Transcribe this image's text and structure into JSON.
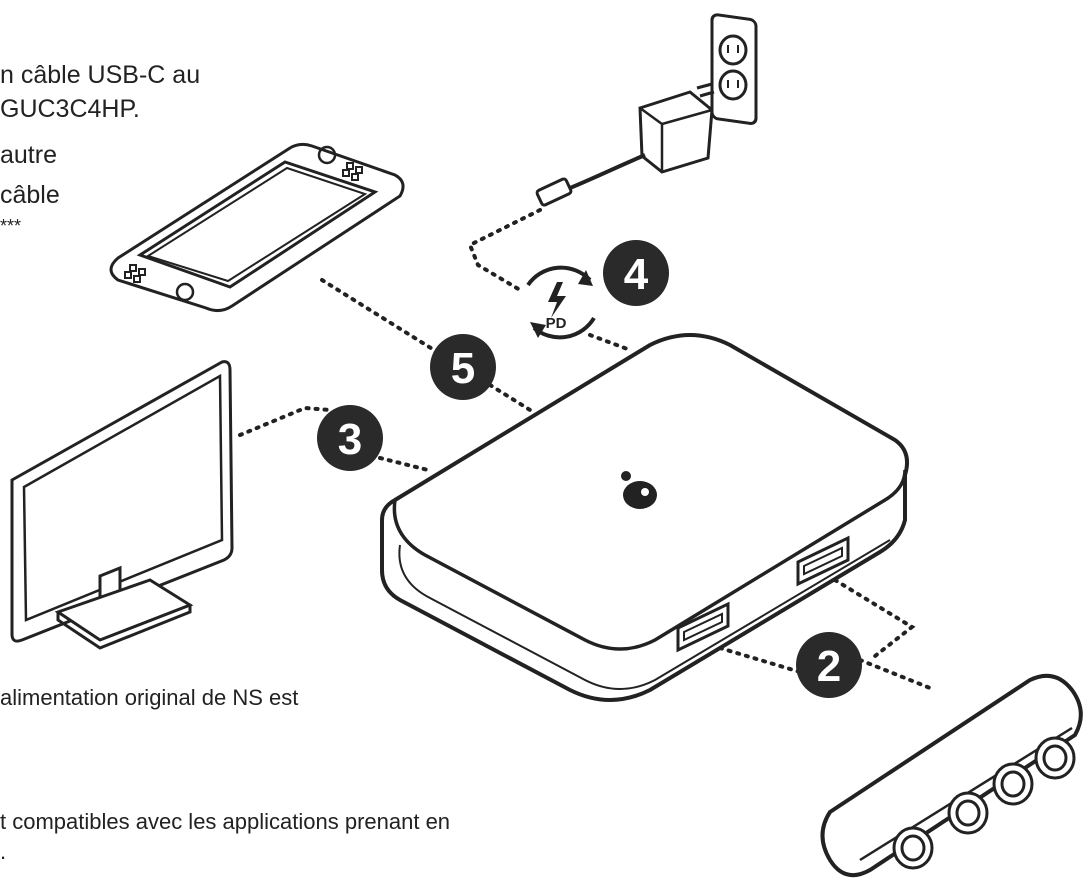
{
  "top_text": {
    "line1": "n câble USB-C au",
    "line2": "GUC3C4HP.",
    "line3": "autre",
    "line4": "câble",
    "line5": "***"
  },
  "bottom_text": {
    "line1": "alimentation original de NS est",
    "line2": "t compatibles avec les applications prenant en",
    "line3": "."
  },
  "steps": {
    "s2": "2",
    "s3": "3",
    "s4": "4",
    "s5": "5"
  },
  "pd_badge": "PD",
  "icons": [
    "wall-outlet-icon",
    "power-adapter-icon",
    "handheld-console-icon",
    "monitor-icon",
    "hub-icon",
    "controller-adapter-icon",
    "power-delivery-icon",
    "brand-logo-icon"
  ],
  "colors": {
    "ink": "#1a1a1a",
    "badge": "#2a2a2a",
    "background": "#ffffff"
  }
}
